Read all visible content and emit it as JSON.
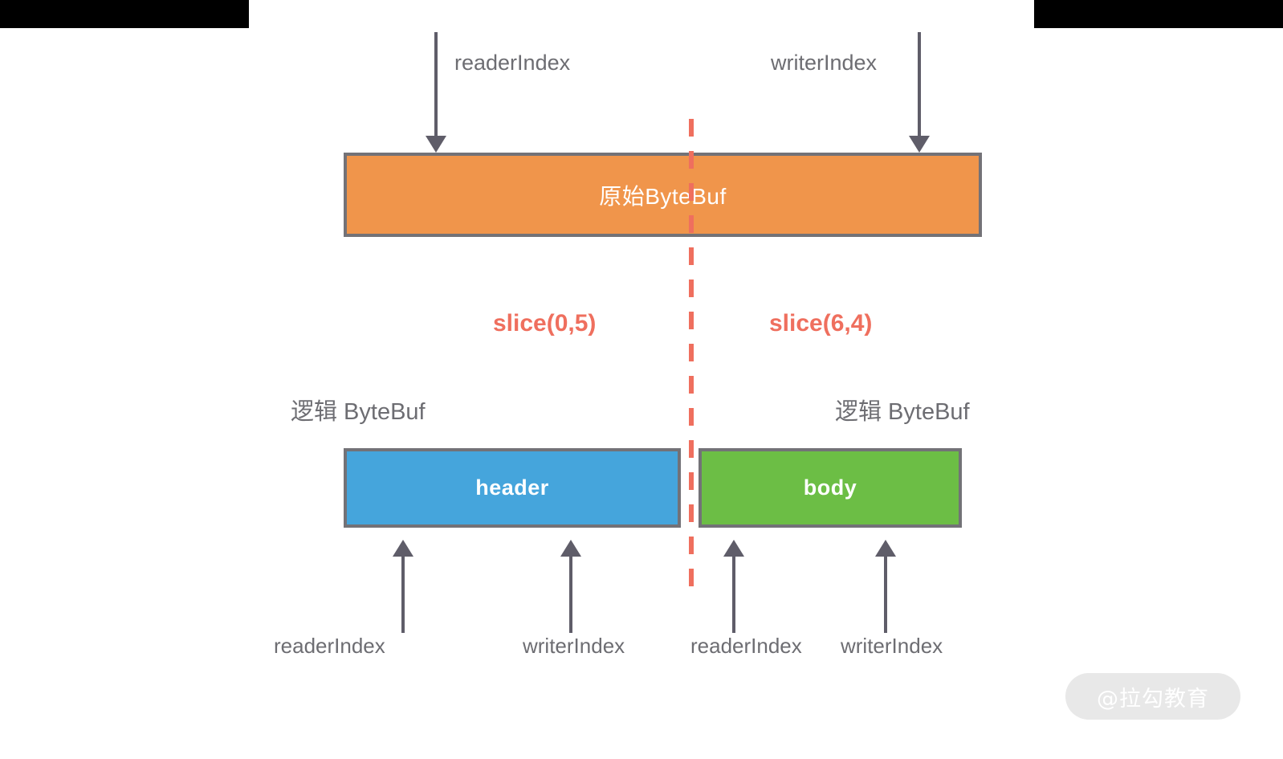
{
  "diagram": {
    "title": "Netty ByteBuf slice diagram",
    "original_buffer": {
      "label": "原始ByteBuf",
      "color": "#f0954b",
      "border_color": "#737277"
    },
    "top_pointers": [
      {
        "name": "readerIndex",
        "label": "readerIndex",
        "direction": "down"
      },
      {
        "name": "writerIndex",
        "label": "writerIndex",
        "direction": "down"
      }
    ],
    "slice_operations": [
      {
        "label": "slice(0,5)",
        "color": "#ef6f5e"
      },
      {
        "label": "slice(6,4)",
        "color": "#ef6f5e"
      }
    ],
    "logical_labels": [
      {
        "label": "逻辑 ByteBuf"
      },
      {
        "label": "逻辑 ByteBuf"
      }
    ],
    "logical_buffers": [
      {
        "name": "header",
        "label": "header",
        "color": "#45a5dc"
      },
      {
        "name": "body",
        "label": "body",
        "color": "#6cbe45"
      }
    ],
    "bottom_pointers": [
      {
        "name": "header-readerIndex",
        "label": "readerIndex",
        "direction": "up"
      },
      {
        "name": "header-writerIndex",
        "label": "writerIndex",
        "direction": "up"
      },
      {
        "name": "body-readerIndex",
        "label": "readerIndex",
        "direction": "up"
      },
      {
        "name": "body-writerIndex",
        "label": "writerIndex",
        "direction": "up"
      }
    ],
    "divider": {
      "style": "dashed",
      "color": "#ef6f5e"
    },
    "watermark": {
      "text": "@拉勾教育"
    }
  }
}
